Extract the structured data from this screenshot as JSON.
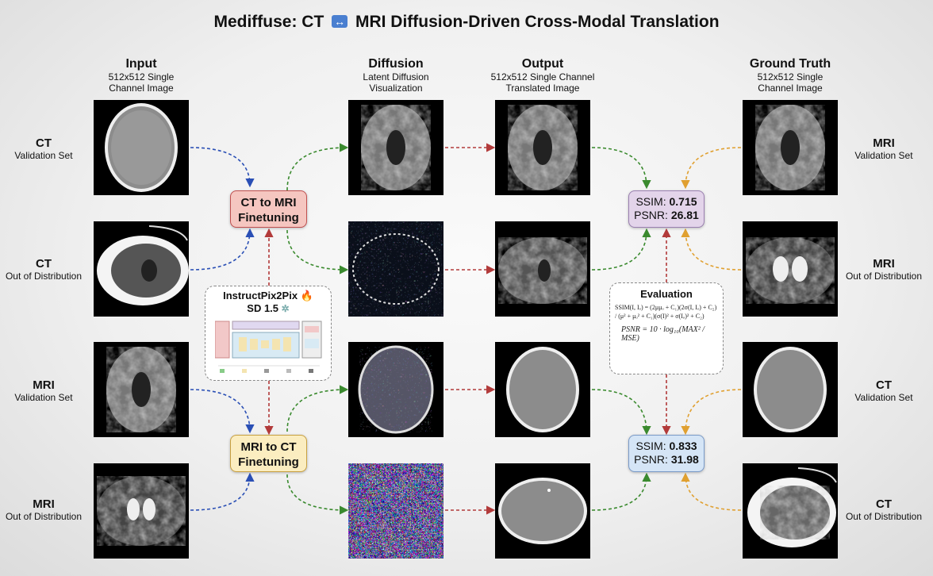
{
  "title": {
    "left": "Mediffuse: CT",
    "arrows": "↔",
    "right": "MRI Diffusion-Driven Cross-Modal Translation"
  },
  "columns": {
    "input": {
      "heading": "Input",
      "sub1": "512x512 Single",
      "sub2": "Channel Image"
    },
    "diffusion": {
      "heading": "Diffusion",
      "sub1": "Latent Diffusion",
      "sub2": "Visualization"
    },
    "output": {
      "heading": "Output",
      "sub1": "512x512 Single Channel",
      "sub2": "Translated Image"
    },
    "ground_truth": {
      "heading": "Ground Truth",
      "sub1": "512x512 Single",
      "sub2": "Channel Image"
    }
  },
  "rows_left": [
    {
      "modality": "CT",
      "set": "Validation Set"
    },
    {
      "modality": "CT",
      "set": "Out of Distribution"
    },
    {
      "modality": "MRI",
      "set": "Validation Set"
    },
    {
      "modality": "MRI",
      "set": "Out of Distribution"
    }
  ],
  "rows_right": [
    {
      "modality": "MRI",
      "set": "Validation Set"
    },
    {
      "modality": "MRI",
      "set": "Out of Distribution"
    },
    {
      "modality": "CT",
      "set": "Validation Set"
    },
    {
      "modality": "CT",
      "set": "Out of Distribution"
    }
  ],
  "finetune_ct_mri": {
    "line1": "CT to MRI",
    "line2": "Finetuning",
    "color": "#f5c6c0"
  },
  "finetune_mri_ct": {
    "line1": "MRI to CT",
    "line2": "Finetuning",
    "color": "#fbedc0"
  },
  "model": {
    "line1": "InstructPix2Pix",
    "fire": "🔥",
    "line2": "SD 1.5"
  },
  "evaluation": {
    "heading": "Evaluation",
    "ssim_formula": "SSIM(I, Iₒ) = (2μμₒ + C₁)(2σ(I, Iₒ) + C₂) / (μ² + μₒ² + C₁)(σ(I)² + σ(Iₒ)² + C₂)",
    "psnr_formula": "PSNR = 10 · log₁₀(MAX² / MSE)"
  },
  "metrics_mri": {
    "ssim_label": "SSIM:",
    "ssim": "0.715",
    "psnr_label": "PSNR:",
    "psnr": "26.81",
    "color": "#e3d4ea"
  },
  "metrics_ct": {
    "ssim_label": "SSIM:",
    "ssim": "0.833",
    "psnr_label": "PSNR:",
    "psnr": "31.98",
    "color": "#d5e5f6"
  },
  "colors": {
    "blue": "#2a4fb5",
    "green": "#3a8a2e",
    "red": "#b23a3a",
    "orange": "#e0a030"
  }
}
